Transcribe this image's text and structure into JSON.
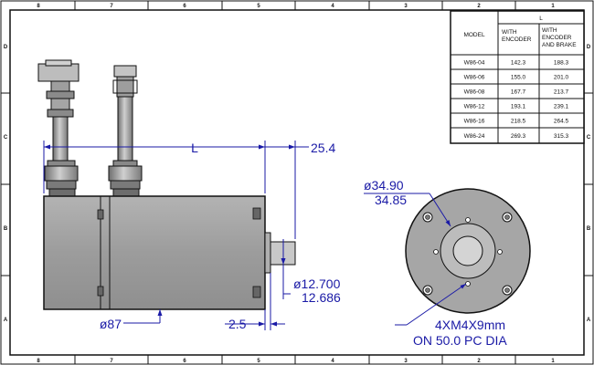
{
  "border": {
    "top_zones": [
      "8",
      "7",
      "6",
      "5",
      "4",
      "3",
      "2",
      "1"
    ],
    "bottom_zones": [
      "8",
      "7",
      "6",
      "5",
      "4",
      "3",
      "2",
      "1"
    ],
    "left_zones": [
      "D",
      "C",
      "B",
      "A"
    ],
    "right_zones": [
      "D",
      "C",
      "B",
      "A"
    ]
  },
  "table": {
    "group_header": "L",
    "col_model": "MODEL",
    "col_encoder": [
      "WITH",
      "ENCODER"
    ],
    "col_brake": [
      "WITH",
      "ENCODER",
      "AND BRAKE"
    ],
    "rows": [
      {
        "model": "W86-04",
        "encoder": "142.3",
        "brake": "188.3"
      },
      {
        "model": "W86-06",
        "encoder": "155.0",
        "brake": "201.0"
      },
      {
        "model": "W86-08",
        "encoder": "167.7",
        "brake": "213.7"
      },
      {
        "model": "W86-12",
        "encoder": "193.1",
        "brake": "239.1"
      },
      {
        "model": "W86-16",
        "encoder": "218.5",
        "brake": "264.5"
      },
      {
        "model": "W86-24",
        "encoder": "269.3",
        "brake": "315.3"
      }
    ]
  },
  "dimensions": {
    "length": "L",
    "pilot_length": "25.4",
    "body_dia": "ø87",
    "flange_step": "2.5",
    "shaft_dia_max": "ø12.700",
    "shaft_dia_min": "12.686",
    "pilot_dia_max": "ø34.90",
    "pilot_dia_min": "34.85",
    "hole_note": "4XM4X9mm",
    "hole_pcd": "ON 50.0 PC DIA"
  },
  "colors": {
    "dimension": "#1a1aa6",
    "body_fill": "#9a9a9a",
    "face_fill": "#a6a6a6",
    "outline": "#111111"
  }
}
